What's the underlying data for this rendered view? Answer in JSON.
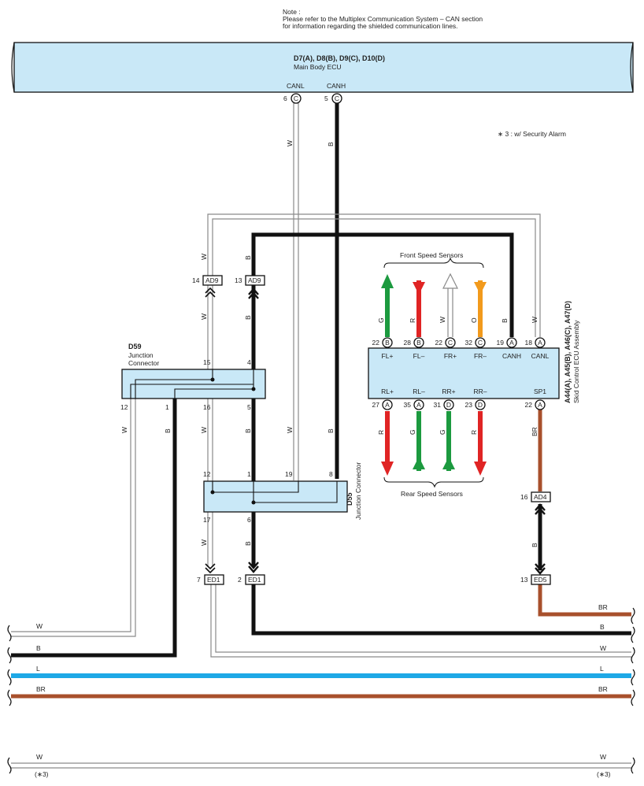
{
  "note": {
    "line1": "Note :",
    "line2": "Please refer to the Multiplex Communication System – CAN section",
    "line3": "for information regarding the shielded communication lines."
  },
  "main_ecu": {
    "codes": "D7(A), D8(B), D9(C), D10(D)",
    "name": "Main Body ECU",
    "canl_label": "CANL",
    "canh_label": "CANH",
    "canl_pin": "6",
    "canh_pin": "5",
    "pin_letter": "C"
  },
  "legend": {
    "security_note": "∗ 3 : w/ Security Alarm"
  },
  "d59": {
    "code": "D59",
    "name1": "Junction",
    "name2": "Connector",
    "pins": {
      "p15": "15",
      "p4": "4",
      "p12": "12",
      "p1": "1",
      "p16": "16",
      "p5": "5"
    }
  },
  "d55": {
    "code": "D55",
    "name": "Junction Connector",
    "pins": {
      "p12": "12",
      "p1": "1",
      "p19": "19",
      "p8": "8",
      "p17": "17",
      "p6": "6"
    }
  },
  "skid_ecu": {
    "codes": "A44(A), A45(B), A46(C), A47(D)",
    "name": "Skid Control ECU Assembly",
    "top_terminals": [
      {
        "pin": "22",
        "letter": "B",
        "label": "FL+"
      },
      {
        "pin": "28",
        "letter": "B",
        "label": "FL–"
      },
      {
        "pin": "22",
        "letter": "C",
        "label": "FR+"
      },
      {
        "pin": "32",
        "letter": "C",
        "label": "FR–"
      },
      {
        "pin": "19",
        "letter": "A",
        "label": "CANH"
      },
      {
        "pin": "18",
        "letter": "A",
        "label": "CANL"
      }
    ],
    "bottom_terminals": [
      {
        "pin": "27",
        "letter": "A",
        "label": "RL+"
      },
      {
        "pin": "35",
        "letter": "A",
        "label": "RL–"
      },
      {
        "pin": "31",
        "letter": "D",
        "label": "RR+"
      },
      {
        "pin": "23",
        "letter": "D",
        "label": "RR–"
      },
      {
        "pin": "22",
        "letter": "A",
        "label": "SP1"
      }
    ]
  },
  "sensors": {
    "front_label": "Front Speed Sensors",
    "rear_label": "Rear Speed Sensors",
    "front_wire_colors": [
      "G",
      "R",
      "W",
      "O"
    ],
    "rear_wire_colors": [
      "R",
      "G",
      "G",
      "R"
    ]
  },
  "connectors": {
    "ad9_left": {
      "code": "AD9",
      "pin": "14"
    },
    "ad9_right": {
      "code": "AD9",
      "pin": "13"
    },
    "ed1_left": {
      "code": "ED1",
      "pin": "7"
    },
    "ed1_right": {
      "code": "ED1",
      "pin": "2"
    },
    "ad4": {
      "code": "AD4",
      "pin": "16"
    },
    "ed5": {
      "code": "ED5",
      "pin": "13"
    }
  },
  "wire_labels": {
    "w": "W",
    "b": "B",
    "br": "BR",
    "l": "L"
  },
  "bus": {
    "w1": "W",
    "b1": "B",
    "l": "L",
    "br": "BR",
    "w_bottom": "W",
    "right_br": "BR",
    "right_b": "B",
    "right_w": "W",
    "right_l": "L",
    "right_br2": "BR",
    "right_w_bottom": "W",
    "star3_left": "(∗3)",
    "star3_right": "(∗3)"
  },
  "colors": {
    "panel": "#c9e8f7",
    "wire_black": "#111111",
    "wire_brown": "#a8502c",
    "wire_blue": "#1ea8e6",
    "wire_green": "#1c9a3f",
    "wire_red": "#e02424",
    "wire_orange": "#f29a1c",
    "wire_white": "#8a8a8a"
  }
}
